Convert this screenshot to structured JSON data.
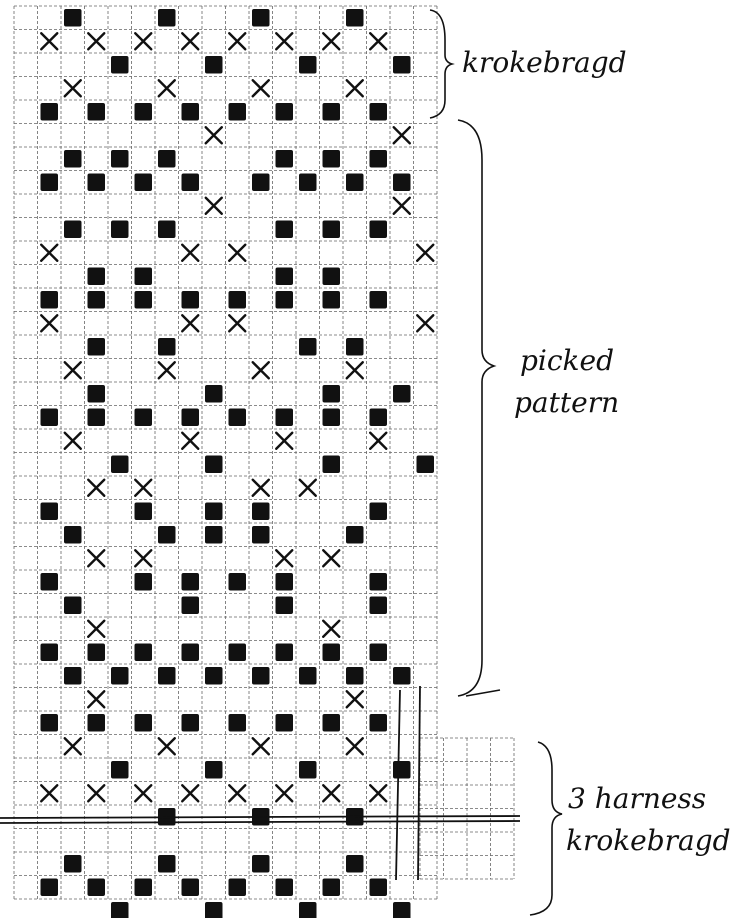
{
  "annotations": {
    "section_top": "krokebragd",
    "section_middle_1": "picked",
    "section_middle_2": "pattern",
    "section_bottom_1": "3 harness",
    "section_bottom_2": "krokebragd"
  },
  "colors": {
    "ink": "#111111",
    "grid": "#666666",
    "paper": "#ffffff"
  }
}
